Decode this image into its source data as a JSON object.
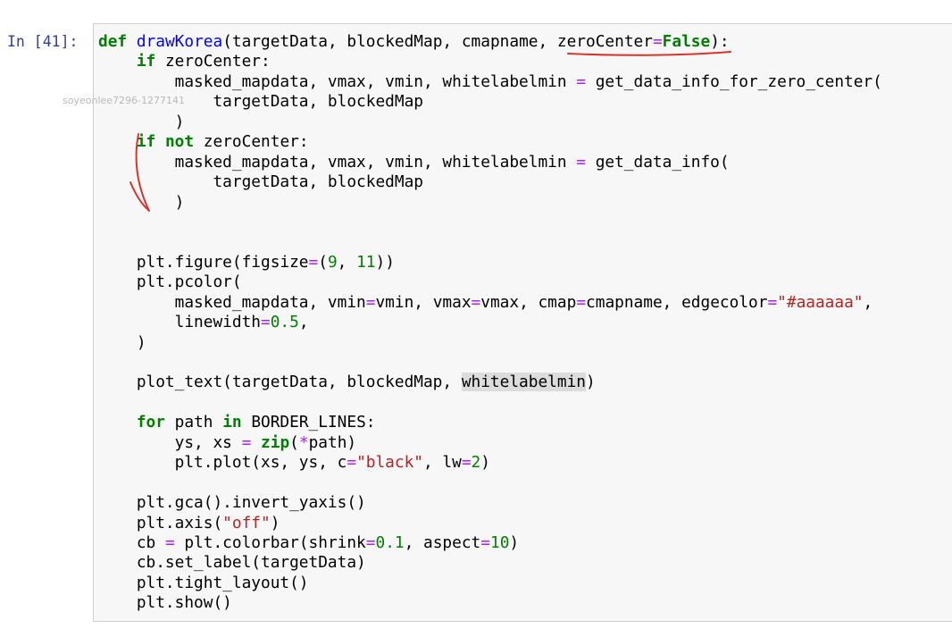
{
  "cell": {
    "prompt": "In [41]:"
  },
  "watermark": "soyeonlee7296-1277141",
  "code_lines": [
    [
      [
        "kw",
        "def"
      ],
      [
        "t",
        " "
      ],
      [
        "fn",
        "drawKorea"
      ],
      [
        "t",
        "(targetData, blockedMap, cmapname, zeroCenter"
      ],
      [
        "op",
        "="
      ],
      [
        "const",
        "False"
      ],
      [
        "t",
        "):"
      ]
    ],
    [
      [
        "t",
        "    "
      ],
      [
        "kw",
        "if"
      ],
      [
        "t",
        " zeroCenter:"
      ]
    ],
    [
      [
        "t",
        "        masked_mapdata, vmax, vmin, whitelabelmin "
      ],
      [
        "op",
        "="
      ],
      [
        "t",
        " get_data_info_for_zero_center("
      ]
    ],
    [
      [
        "t",
        "            targetData, blockedMap"
      ]
    ],
    [
      [
        "t",
        "        )"
      ]
    ],
    [
      [
        "t",
        "    "
      ],
      [
        "kw",
        "if"
      ],
      [
        "t",
        " "
      ],
      [
        "kw",
        "not"
      ],
      [
        "t",
        " zeroCenter:"
      ]
    ],
    [
      [
        "t",
        "        masked_mapdata, vmax, vmin, whitelabelmin "
      ],
      [
        "op",
        "="
      ],
      [
        "t",
        " get_data_info("
      ]
    ],
    [
      [
        "t",
        "            targetData, blockedMap"
      ]
    ],
    [
      [
        "t",
        "        )"
      ]
    ],
    [
      [
        "t",
        ""
      ]
    ],
    [
      [
        "t",
        ""
      ]
    ],
    [
      [
        "t",
        "    plt.figure(figsize"
      ],
      [
        "op",
        "="
      ],
      [
        "t",
        "("
      ],
      [
        "num",
        "9"
      ],
      [
        "t",
        ", "
      ],
      [
        "num",
        "11"
      ],
      [
        "t",
        "))"
      ]
    ],
    [
      [
        "t",
        "    plt.pcolor("
      ]
    ],
    [
      [
        "t",
        "        masked_mapdata, vmin"
      ],
      [
        "op",
        "="
      ],
      [
        "t",
        "vmin, vmax"
      ],
      [
        "op",
        "="
      ],
      [
        "t",
        "vmax, cmap"
      ],
      [
        "op",
        "="
      ],
      [
        "t",
        "cmapname, edgecolor"
      ],
      [
        "op",
        "="
      ],
      [
        "str",
        "\"#aaaaaa\""
      ],
      [
        "t",
        ","
      ]
    ],
    [
      [
        "t",
        "        linewidth"
      ],
      [
        "op",
        "="
      ],
      [
        "num",
        "0.5"
      ],
      [
        "t",
        ","
      ]
    ],
    [
      [
        "t",
        "    )"
      ]
    ],
    [
      [
        "t",
        ""
      ]
    ],
    [
      [
        "t",
        "    plot_text(targetData, blockedMap, "
      ],
      [
        "hl",
        "whitelabelmin"
      ],
      [
        "t",
        ")"
      ]
    ],
    [
      [
        "t",
        ""
      ]
    ],
    [
      [
        "t",
        "    "
      ],
      [
        "kw",
        "for"
      ],
      [
        "t",
        " path "
      ],
      [
        "kw",
        "in"
      ],
      [
        "t",
        " BORDER_LINES:"
      ]
    ],
    [
      [
        "t",
        "        ys, xs "
      ],
      [
        "op",
        "="
      ],
      [
        "t",
        " "
      ],
      [
        "const",
        "zip"
      ],
      [
        "t",
        "("
      ],
      [
        "op",
        "*"
      ],
      [
        "t",
        "path)"
      ]
    ],
    [
      [
        "t",
        "        plt.plot(xs, ys, c"
      ],
      [
        "op",
        "="
      ],
      [
        "str",
        "\"black\""
      ],
      [
        "t",
        ", lw"
      ],
      [
        "op",
        "="
      ],
      [
        "num",
        "2"
      ],
      [
        "t",
        ")"
      ]
    ],
    [
      [
        "t",
        ""
      ]
    ],
    [
      [
        "t",
        "    plt.gca().invert_yaxis()"
      ]
    ],
    [
      [
        "t",
        "    plt.axis("
      ],
      [
        "str",
        "\"off\""
      ],
      [
        "t",
        ")"
      ]
    ],
    [
      [
        "t",
        "    cb "
      ],
      [
        "op",
        "="
      ],
      [
        "t",
        " plt.colorbar(shrink"
      ],
      [
        "op",
        "="
      ],
      [
        "num",
        "0.1"
      ],
      [
        "t",
        ", aspect"
      ],
      [
        "op",
        "="
      ],
      [
        "num",
        "10"
      ],
      [
        "t",
        ")"
      ]
    ],
    [
      [
        "t",
        "    cb.set_label(targetData)"
      ]
    ],
    [
      [
        "t",
        "    plt.tight_layout()"
      ]
    ],
    [
      [
        "t",
        "    plt.show()"
      ]
    ]
  ],
  "annotations": {
    "ink_color": "#d9342b"
  }
}
